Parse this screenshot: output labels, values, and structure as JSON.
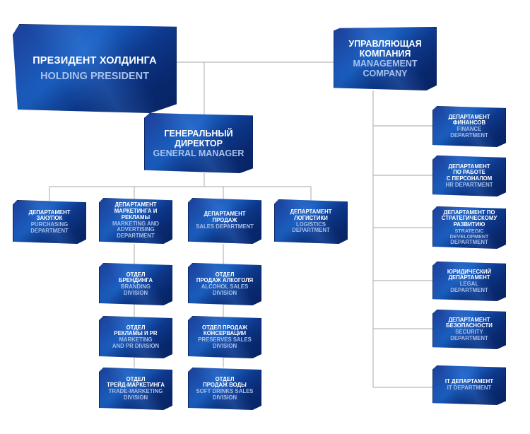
{
  "president": {
    "ru": "ПРЕЗИДЕНТ ХОЛДИНГА",
    "en": "HOLDING PRESIDENT"
  },
  "management": {
    "ru": [
      "УПРАВЛЯЮЩАЯ",
      "КОМПАНИЯ"
    ],
    "en": [
      "MANAGEMENT",
      "COMPANY"
    ]
  },
  "general_manager": {
    "ru": [
      "ГЕНЕРАЛЬНЫЙ",
      "ДИРЕКТОР"
    ],
    "en": [
      "GENERAL MANAGER"
    ]
  },
  "departments": [
    {
      "ru": [
        "ДЕПАРТАМЕНТ",
        "ЗАКУПОК"
      ],
      "en": [
        "PURCHASING",
        "DEPARTMENT"
      ]
    },
    {
      "ru": [
        "ДЕПАРТАМЕНТ",
        "МАРКЕТИНГА И РЕКЛАМЫ"
      ],
      "en": [
        "MARKETING AND",
        "ADVERTISING DEPARTMENT"
      ]
    },
    {
      "ru": [
        "ДЕПАРТАМЕНТ",
        "ПРОДАЖ"
      ],
      "en": [
        "SALES DEPARTMENT"
      ]
    },
    {
      "ru": [
        "ДЕПАРТАМЕНТ",
        "ЛОГИСТИКИ"
      ],
      "en": [
        "LOGISTICS",
        "DEPARTMENT"
      ]
    }
  ],
  "marketing_divisions": [
    {
      "ru": [
        "ОТДЕЛ",
        "БРЕНДИНГА"
      ],
      "en": [
        "BRANDING",
        "DIVISION"
      ]
    },
    {
      "ru": [
        "ОТДЕЛ",
        "РЕКЛАМЫ И PR"
      ],
      "en": [
        "MARKETING",
        "AND PR DIVISION"
      ]
    },
    {
      "ru": [
        "ОТДЕЛ",
        "ТРЕЙД-МАРКЕТИНГА"
      ],
      "en": [
        "TRADE-MARKETING",
        "DIVISION"
      ]
    }
  ],
  "sales_divisions": [
    {
      "ru": [
        "ОТДЕЛ",
        "ПРОДАЖ АЛКОГОЛЯ"
      ],
      "en": [
        "ALCOHOL SALES",
        "DIVISION"
      ]
    },
    {
      "ru": [
        "ОТДЕЛ ПРОДАЖ",
        "КОНСЕРВАЦИИ"
      ],
      "en": [
        "PRESERVES SALES",
        "DIVISION"
      ]
    },
    {
      "ru": [
        "ОТДЕЛ",
        "ПРОДАЖ ВОДЫ"
      ],
      "en": [
        "SOFT DRINKS SALES",
        "DIVISION"
      ]
    }
  ],
  "management_departments": [
    {
      "ru": [
        "ДЕПАРТАМЕНТ",
        "ФИНАНСОВ"
      ],
      "en": [
        "FINANCE",
        "DEPARTMENT"
      ]
    },
    {
      "ru": [
        "ДЕПАРТАМЕНТ",
        "ПО РАБОТЕ",
        "С ПЕРСОНАЛОМ"
      ],
      "en": [
        "HR DEPARTMENT"
      ]
    },
    {
      "ru": [
        "ДЕПАРТАМЕНТ ПО",
        "СТРАТЕГИЧЕСКОМУ",
        "РАЗВИТИЮ"
      ],
      "en": [
        "STRATEGIC DEVELOPMENT",
        "DEPARTMENT"
      ]
    },
    {
      "ru": [
        "ЮРИДИЧЕСКИЙ",
        "ДЕПАРТАМЕНТ"
      ],
      "en": [
        "LEGAL",
        "DEPARTMENT"
      ]
    },
    {
      "ru": [
        "ДЕПАРТАМЕНТ",
        "БЕЗОПАСНОСТИ"
      ],
      "en": [
        "SECURITY",
        "DEPARTMENT"
      ]
    },
    {
      "ru": [
        "IT ДЕПАРТАМЕНТ"
      ],
      "en": [
        "IT DEPARTMENT"
      ]
    }
  ],
  "colors": {
    "box": "#1a4fb0",
    "line": "#b5b5b5",
    "en_text": "#a7bde6"
  }
}
